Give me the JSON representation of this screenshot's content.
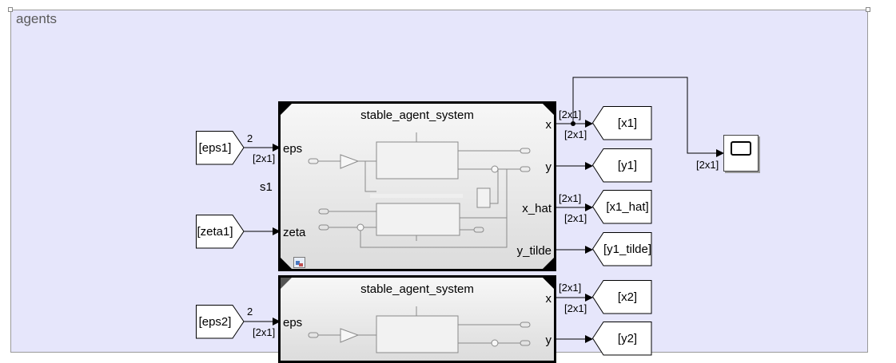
{
  "area": {
    "title": "agents"
  },
  "subsystems": [
    {
      "title": "stable_agent_system",
      "inputs": [
        "eps",
        "zeta"
      ],
      "outputs": [
        "x",
        "y",
        "x_hat",
        "y_tilde"
      ]
    },
    {
      "title": "stable_agent_system",
      "inputs": [
        "eps"
      ],
      "outputs": [
        "x",
        "y"
      ]
    }
  ],
  "block_name": "s1",
  "from_tags": [
    "[eps1]",
    "[zeta1]",
    "[eps2]"
  ],
  "goto_tags": [
    "[x1]",
    "[y1]",
    "[x1_hat]",
    "[y1_tilde]",
    "[x2]",
    "[y2]"
  ],
  "signal_labels": {
    "eps1_width": "2",
    "eps1_dim": "[2x1]",
    "x1_top": "[2x1]",
    "x1_bottom": "[2x1]",
    "xhat_top": "[2x1]",
    "xhat_bottom": "[2x1]",
    "scope_in": "[2x1]",
    "eps2_width": "2",
    "eps2_dim": "[2x1]",
    "x2_top": "[2x1]",
    "x2_bottom": "[2x1]"
  },
  "icons": [
    "scope-icon",
    "link-icon",
    "gain-triangle-icon"
  ]
}
